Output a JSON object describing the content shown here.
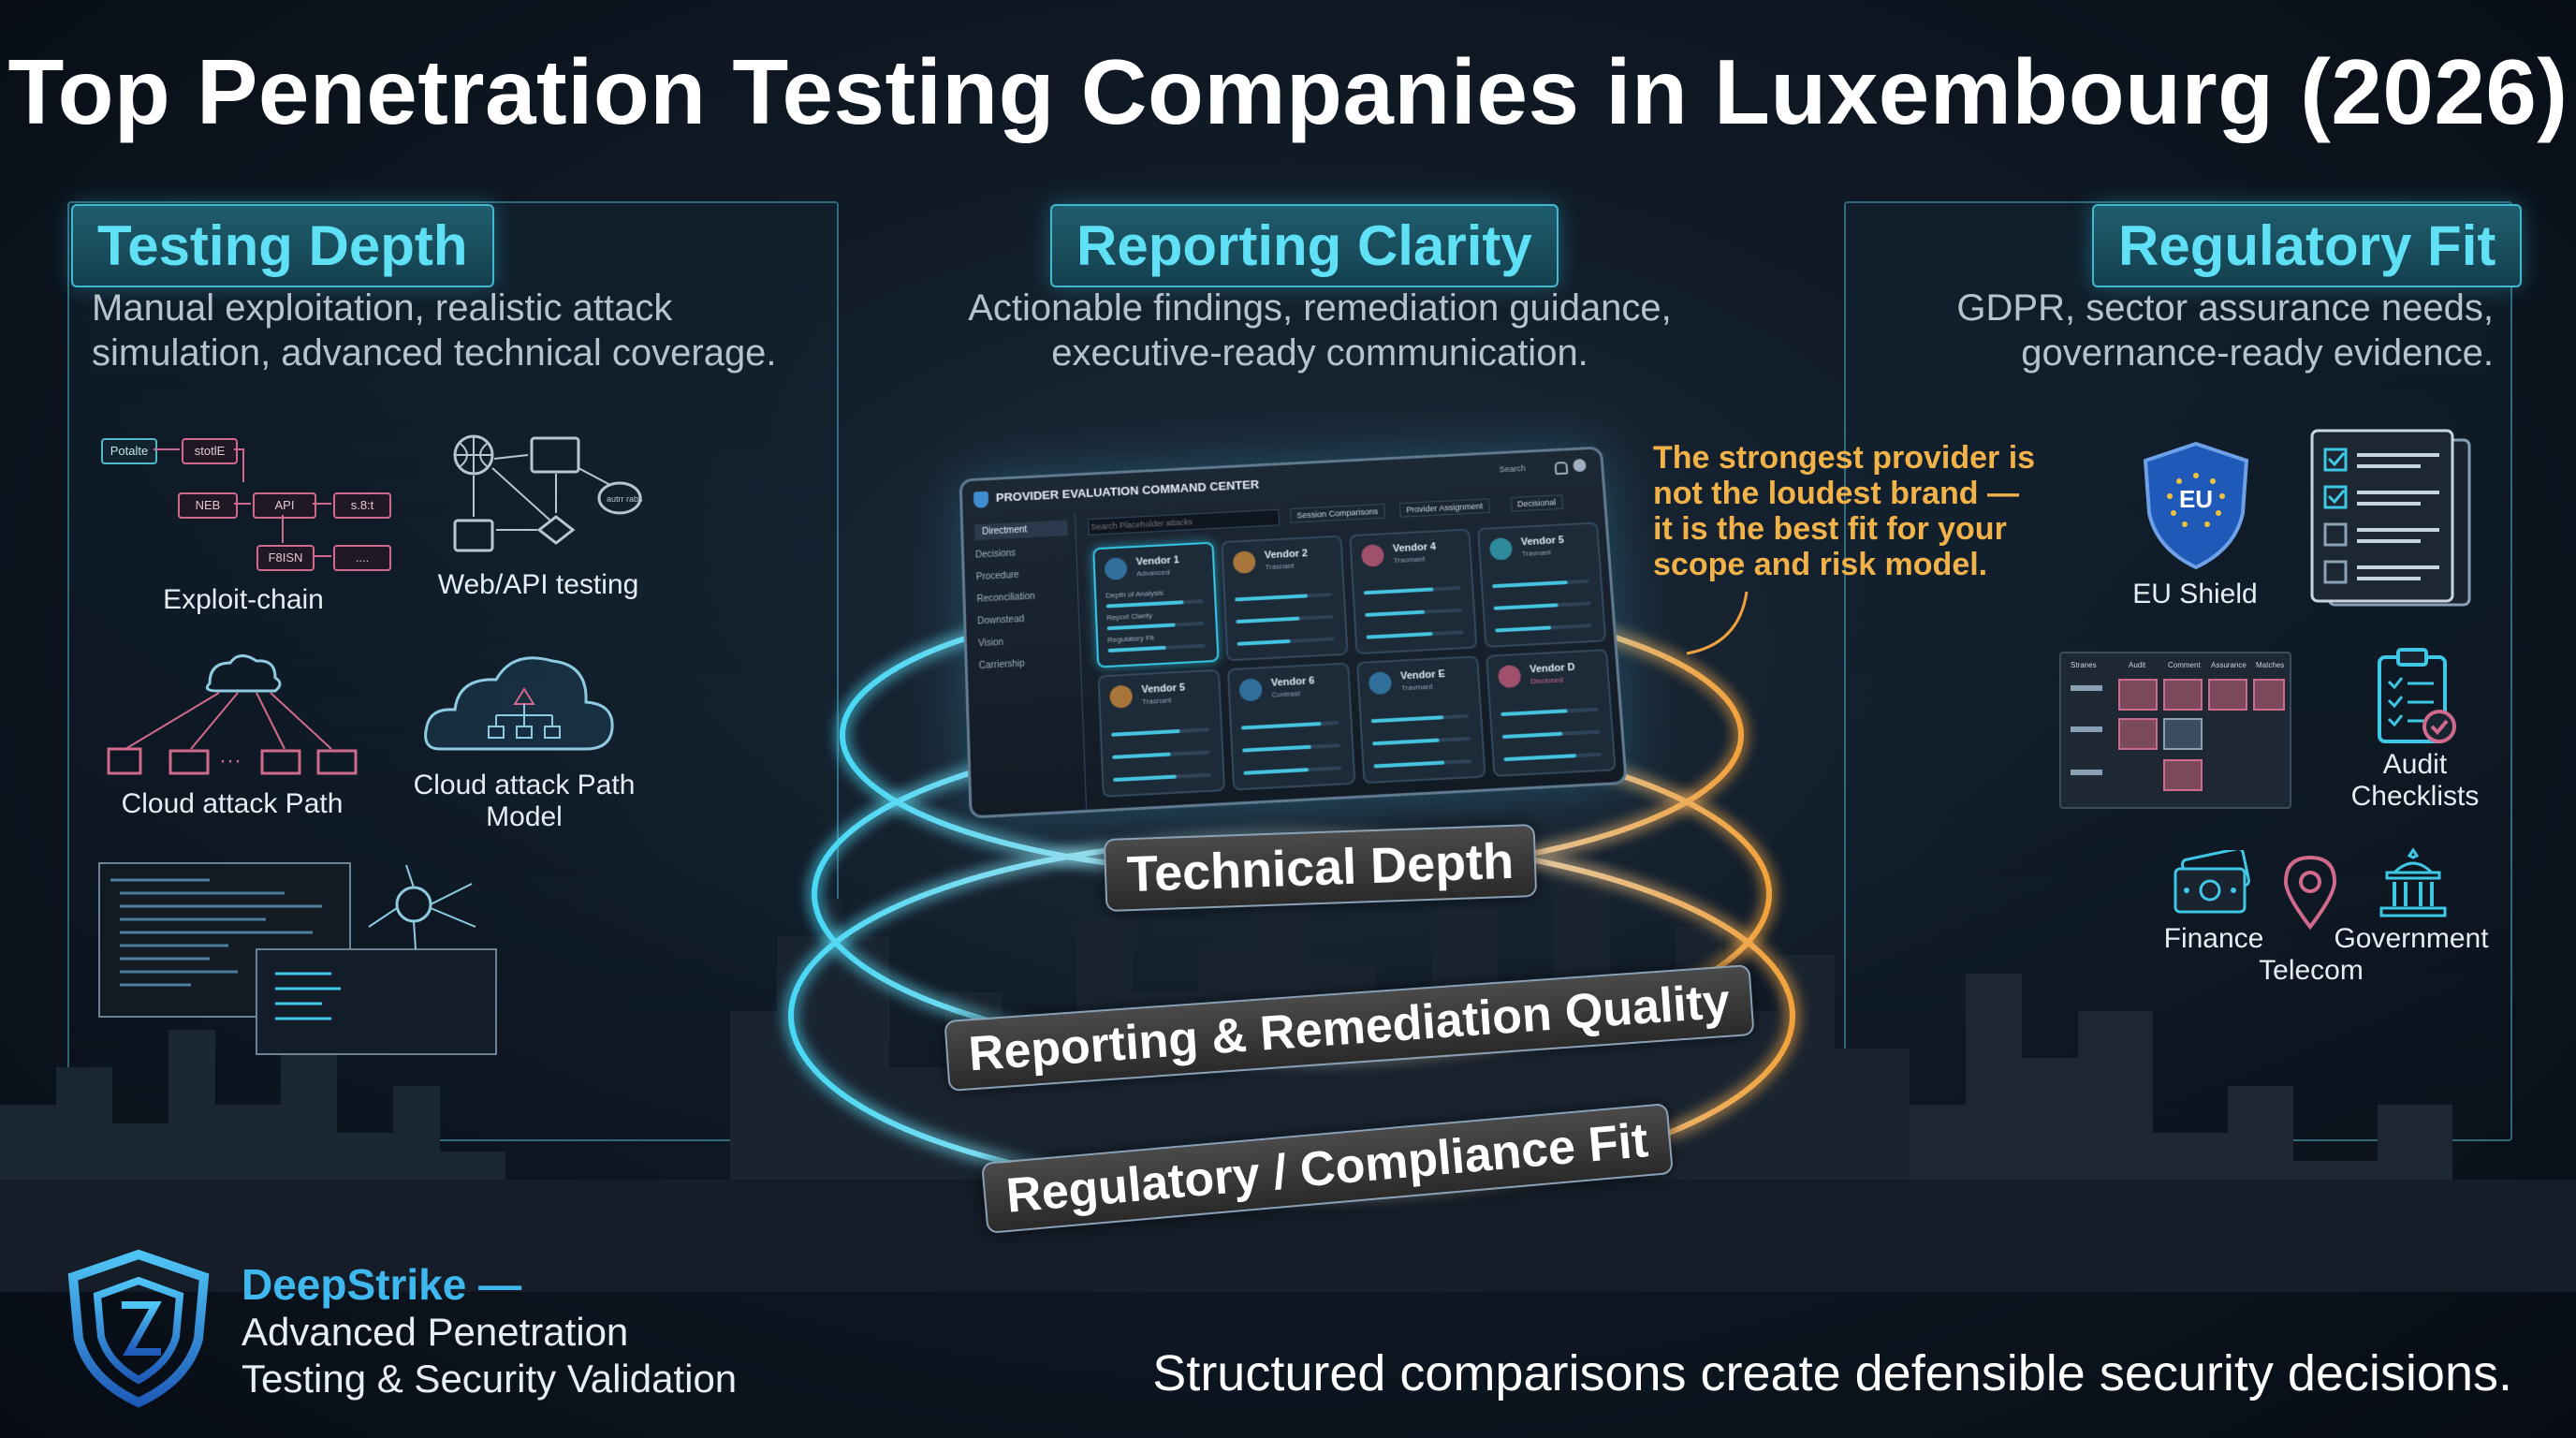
{
  "title": "Top Penetration Testing Companies in Luxembourg (2026)",
  "columns": [
    {
      "heading": "Testing Depth",
      "line1": "Manual exploitation, realistic attack",
      "line2": "simulation, advanced technical coverage."
    },
    {
      "heading": "Reporting Clarity",
      "line1": "Actionable findings, remediation guidance,",
      "line2": "executive-ready communication."
    },
    {
      "heading": "Regulatory Fit",
      "line1": "GDPR, sector assurance needs,",
      "line2": "governance-ready evidence."
    }
  ],
  "left_icons": {
    "exploit_chain": "Exploit-chain",
    "web_api": "Web/API testing",
    "cloud_path": "Cloud attack Path",
    "cloud_model_1": "Cloud attack Path",
    "cloud_model_2": "Model",
    "nodes": {
      "n1": "Potalte",
      "n2": "stotlE",
      "n3": "NEB",
      "n4": "API",
      "n5": "s.8:t",
      "n6": "F8ISN",
      "n7": "....",
      "n8": "autrr rabs"
    }
  },
  "dashboard": {
    "title": "PROVIDER EVALUATION COMMAND CENTER",
    "search_label": "Search",
    "search_placeholder": "Search Placeholder attacks",
    "filters": [
      "Session Comparisons",
      "Provider Assignment",
      "Decisional"
    ],
    "sidebar": [
      "Directment",
      "Decisions",
      "Procedure",
      "Reconciliation",
      "Downstead",
      "Vision",
      "Carriership"
    ],
    "vendors": [
      {
        "name": "Vendor 1",
        "sub": "Advanced"
      },
      {
        "name": "Vendor 2",
        "sub": "Trasnant"
      },
      {
        "name": "Vendor 4",
        "sub": "Traomant"
      },
      {
        "name": "Vendor 5",
        "sub": "Travnant"
      },
      {
        "name": "Vendor 5",
        "sub": "Trasnant"
      },
      {
        "name": "Vendor 6",
        "sub": "Contrast"
      },
      {
        "name": "Vendor E",
        "sub": "Travmant"
      },
      {
        "name": "Vendor D",
        "sub": "Disclosed"
      }
    ],
    "row_labels": [
      "Depth of Analysis",
      "Report Clarity",
      "Regulatory Fit"
    ]
  },
  "bands": {
    "top": "Technical Depth",
    "middle": "Reporting & Remediation Quality",
    "bottom": "Regulatory / Compliance Fit"
  },
  "quote": {
    "l1": "The strongest provider is",
    "l2": "not the loudest brand —",
    "l3": "it is the best fit for your",
    "l4": "scope and risk model."
  },
  "right_icons": {
    "eu_shield": "EU Shield",
    "eu_text": "EU",
    "audit_1": "Audit",
    "audit_2": "Checklists",
    "finance": "Finance",
    "telecom": "Telecom",
    "government": "Government",
    "board_headers": [
      "Stranes",
      "Audit",
      "Comment",
      "Assurance",
      "Matches"
    ]
  },
  "brand": {
    "name": "DeepStrike —",
    "line1": "Advanced Penetration",
    "line2": "Testing & Security Validation"
  },
  "tagline": "Structured comparisons create defensible security decisions.",
  "colors": {
    "accent_cyan": "#3fc8e6",
    "accent_orange": "#f2a23c",
    "background": "#0d1520"
  }
}
